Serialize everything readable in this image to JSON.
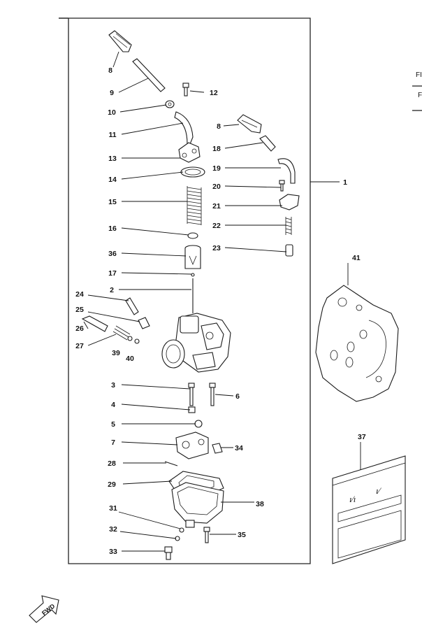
{
  "edge_text": [
    "FI",
    "F"
  ],
  "fwd_label": "FWD",
  "callouts": [
    {
      "n": "8",
      "key": "a"
    },
    {
      "n": "9",
      "key": "b"
    },
    {
      "n": "10",
      "key": "c"
    },
    {
      "n": "11",
      "key": "d"
    },
    {
      "n": "12",
      "key": "e"
    },
    {
      "n": "13",
      "key": "f"
    },
    {
      "n": "14",
      "key": "g"
    },
    {
      "n": "15",
      "key": "h"
    },
    {
      "n": "16",
      "key": "i"
    },
    {
      "n": "36",
      "key": "j"
    },
    {
      "n": "17",
      "key": "k"
    },
    {
      "n": "2",
      "key": "l"
    },
    {
      "n": "24",
      "key": "m"
    },
    {
      "n": "25",
      "key": "n"
    },
    {
      "n": "26",
      "key": "o"
    },
    {
      "n": "27",
      "key": "p"
    },
    {
      "n": "39",
      "key": "q"
    },
    {
      "n": "40",
      "key": "r"
    },
    {
      "n": "8",
      "key": "s"
    },
    {
      "n": "18",
      "key": "t"
    },
    {
      "n": "19",
      "key": "u"
    },
    {
      "n": "20",
      "key": "v"
    },
    {
      "n": "21",
      "key": "w"
    },
    {
      "n": "22",
      "key": "x"
    },
    {
      "n": "23",
      "key": "y"
    },
    {
      "n": "1",
      "key": "z"
    },
    {
      "n": "41",
      "key": "aa"
    },
    {
      "n": "3",
      "key": "ab"
    },
    {
      "n": "6",
      "key": "ac"
    },
    {
      "n": "4",
      "key": "ad"
    },
    {
      "n": "5",
      "key": "ae"
    },
    {
      "n": "7",
      "key": "af"
    },
    {
      "n": "34",
      "key": "ag"
    },
    {
      "n": "28",
      "key": "ah"
    },
    {
      "n": "29",
      "key": "ai"
    },
    {
      "n": "38",
      "key": "aj"
    },
    {
      "n": "31",
      "key": "ak"
    },
    {
      "n": "32",
      "key": "al"
    },
    {
      "n": "35",
      "key": "am"
    },
    {
      "n": "33",
      "key": "an"
    },
    {
      "n": "37",
      "key": "ao"
    }
  ]
}
